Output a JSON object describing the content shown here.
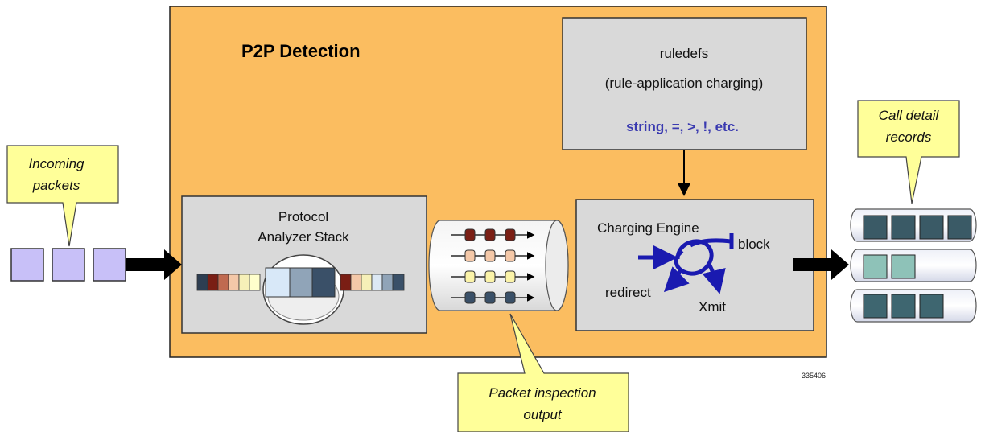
{
  "title": "P2P Detection",
  "ruledefs": {
    "line1": "ruledefs",
    "line2": "(rule-application charging)",
    "operators": "string, =, >, !, etc."
  },
  "protocol_analyzer": {
    "line1": "Protocol",
    "line2": "Analyzer Stack"
  },
  "charging_engine": {
    "title": "Charging Engine",
    "block": "block",
    "redirect": "redirect",
    "xmit": "Xmit"
  },
  "callouts": {
    "incoming": [
      "Incoming",
      "packets"
    ],
    "cdr": [
      "Call detail",
      "records"
    ],
    "inspection": [
      "Packet inspection",
      "output"
    ]
  },
  "figure_id": "335406",
  "colors": {
    "frame_fill": "#fbbd60",
    "box_fill": "#d9d9d9",
    "callout_fill": "#ffff99",
    "packet_fill": "#c8c0f8",
    "engine_blue": "#1a1ab0",
    "operators_text": "#3a3ab0"
  }
}
